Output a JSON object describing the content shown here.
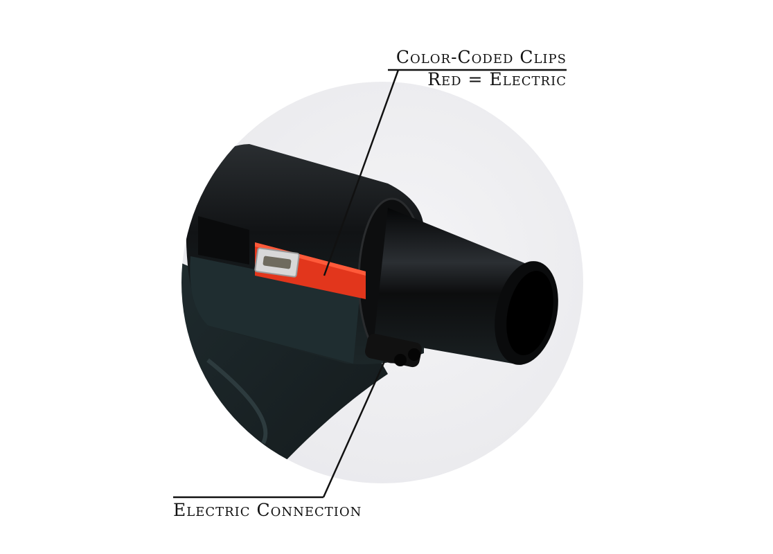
{
  "image": {
    "subject": "black vacuum hose attachment with red release clip and electric connector",
    "background_color": "#ffffff",
    "colors": {
      "clip_red": "#e2361c",
      "body_black": "#121416",
      "body_teal_dark": "#1d2a2c",
      "circle_bg": "#ececef",
      "text": "#111111"
    }
  },
  "callouts": {
    "top": {
      "title": "Color-Coded Clips",
      "subtitle": "Red = Electric"
    },
    "bottom": {
      "title": "Electric Connection"
    }
  }
}
